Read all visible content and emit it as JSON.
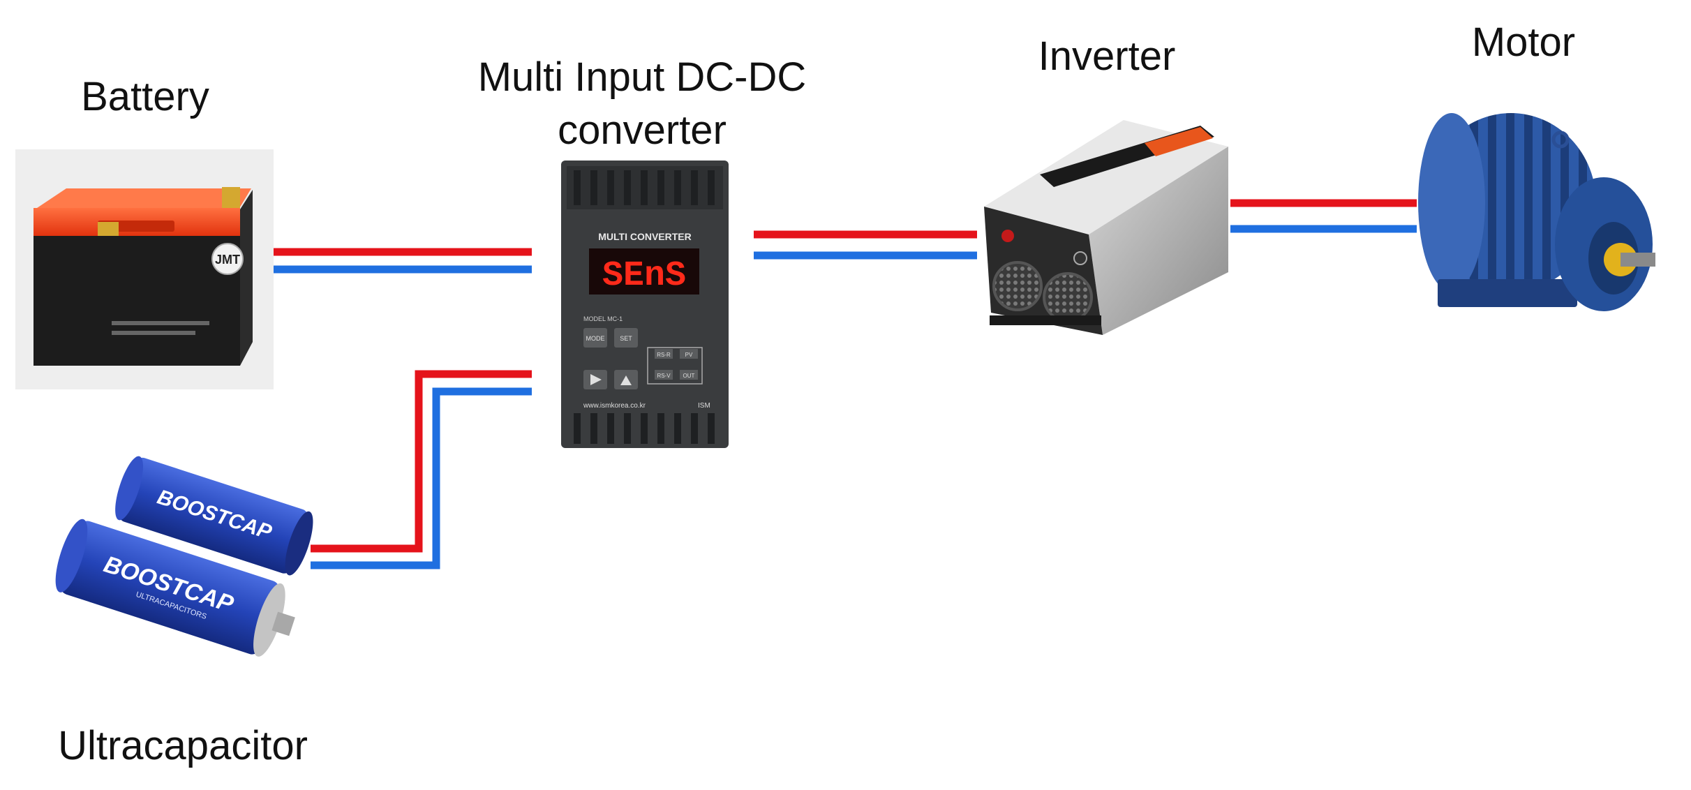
{
  "labels": {
    "battery": "Battery",
    "converter_line1": "Multi Input DC-DC",
    "converter_line2": "converter",
    "inverter": "Inverter",
    "motor": "Motor",
    "ultracapacitor": "Ultracapacitor"
  },
  "converter_panel": {
    "title": "MULTI CONVERTER",
    "display": "SEnS",
    "model": "MODEL MC-1",
    "mode_btn": "MODE",
    "set_btn": "SET",
    "ind_1": "RS-R",
    "ind_2": "PV",
    "ind_3": "RS-V",
    "ind_4": "OUT",
    "website": "www.ismkorea.co.kr",
    "brand": "ISM"
  },
  "battery_brand": "JMT",
  "ultracap_brand": "BOOSTCAP",
  "ultracap_sub": "ULTRACAPACITORS",
  "colors": {
    "positive_wire": "#e5131b",
    "negative_wire": "#1f6fe0",
    "motor_blue": "#2d5aa8",
    "battery_red": "#ff4a1c",
    "ultracap_blue": "#2444b8"
  }
}
